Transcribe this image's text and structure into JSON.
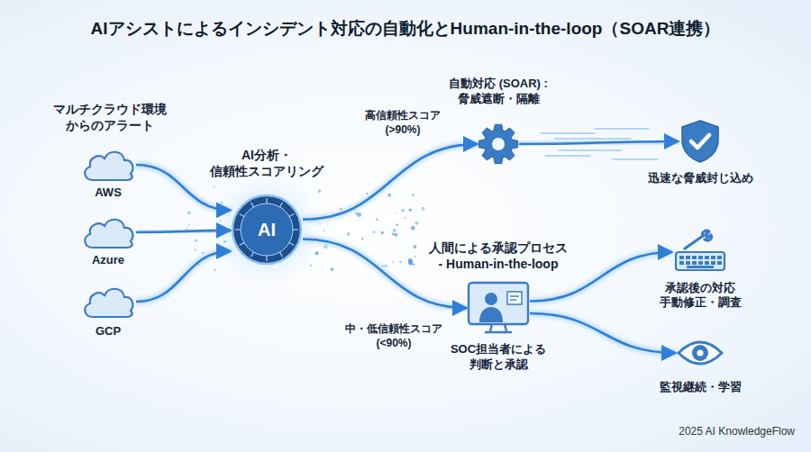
{
  "diagram": {
    "title": "AIアシストによるインシデント対応の自動化とHuman-in-the-loop（SOAR連携）",
    "nodes": [
      {
        "text": [
          "AWS"
        ]
      },
      {
        "text": [
          "Azure"
        ]
      },
      {
        "text": [
          "GCP"
        ]
      },
      {
        "text": [
          "AI分析・ 信頼性スコアリング",
          "AI"
        ]
      },
      {
        "text": [
          "自動対応 (SOAR) : 脅威遮断・隔離"
        ]
      },
      {
        "text": [
          "人間による承認プロセス - Human-in-the-loop",
          "SOC担当者による 判断と承認"
        ]
      },
      {
        "text": [
          "迅速な脅威封じ込め"
        ]
      },
      {
        "text": [
          "承認後の対応 手動修正・調査"
        ]
      },
      {
        "text": [
          "監視継続・学習"
        ]
      }
    ],
    "edges": [
      {
        "from": 0,
        "to": 3,
        "arrow": "to"
      },
      {
        "from": 1,
        "to": 3,
        "arrow": "to"
      },
      {
        "from": 2,
        "to": 3,
        "arrow": "to"
      },
      {
        "from": 3,
        "to": 4,
        "label": "高信頼性スコア (>90%)",
        "arrow": "to"
      },
      {
        "from": 4,
        "to": 6,
        "arrow": "to"
      },
      {
        "from": 3,
        "to": 5,
        "label": "中・低信頼性スコア (<90%)",
        "arrow": "to"
      },
      {
        "from": 5,
        "to": 7,
        "arrow": "to"
      },
      {
        "from": 5,
        "to": 8,
        "arrow": "to"
      }
    ],
    "labels": [
      "マルチクラウド環境 からのアラート",
      "2025 AI KnowledgeFlow"
    ]
  }
}
